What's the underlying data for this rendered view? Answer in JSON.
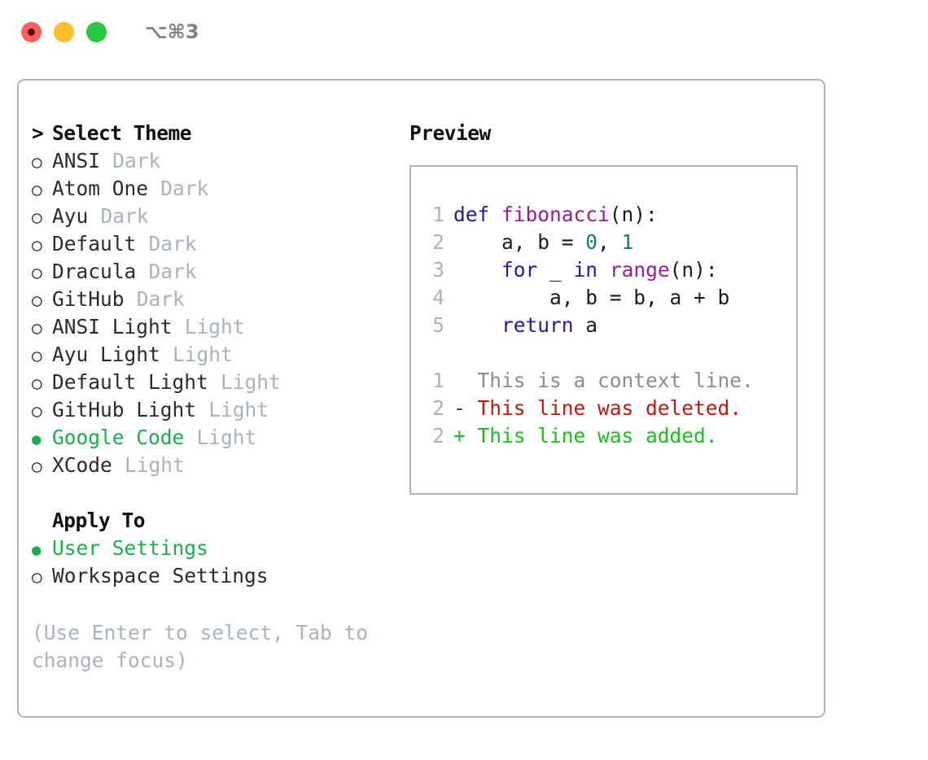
{
  "window": {
    "title": "⌥⌘3",
    "traffic_lights": [
      "close",
      "minimize",
      "maximize"
    ],
    "colors": {
      "close": "#ff5f57",
      "minimize": "#ffbd2e",
      "maximize": "#28c840",
      "card_border": "#a9b3c1",
      "accent_green": "#17b14b",
      "muted": "#a8b2c0"
    }
  },
  "theme_picker": {
    "prompt": ">",
    "header": "Select Theme",
    "items": [
      {
        "bullet": "○",
        "name": "ANSI",
        "variant": "Dark",
        "selected": false
      },
      {
        "bullet": "○",
        "name": "Atom One",
        "variant": "Dark",
        "selected": false
      },
      {
        "bullet": "○",
        "name": "Ayu",
        "variant": "Dark",
        "selected": false
      },
      {
        "bullet": "○",
        "name": "Default",
        "variant": "Dark",
        "selected": false
      },
      {
        "bullet": "○",
        "name": "Dracula",
        "variant": "Dark",
        "selected": false
      },
      {
        "bullet": "○",
        "name": "GitHub",
        "variant": "Dark",
        "selected": false
      },
      {
        "bullet": "○",
        "name": "ANSI Light",
        "variant": "Light",
        "selected": false
      },
      {
        "bullet": "○",
        "name": "Ayu Light",
        "variant": "Light",
        "selected": false
      },
      {
        "bullet": "○",
        "name": "Default Light",
        "variant": "Light",
        "selected": false
      },
      {
        "bullet": "○",
        "name": "GitHub Light",
        "variant": "Light",
        "selected": false
      },
      {
        "bullet": "●",
        "name": "Google Code",
        "variant": "Light",
        "selected": true
      },
      {
        "bullet": "○",
        "name": "XCode",
        "variant": "Light",
        "selected": false
      }
    ]
  },
  "apply_to": {
    "header": "Apply To",
    "items": [
      {
        "bullet": "●",
        "name": "User Settings",
        "selected": true
      },
      {
        "bullet": "○",
        "name": "Workspace Settings",
        "selected": false
      }
    ]
  },
  "hint": "(Use Enter to select, Tab to change focus)",
  "preview": {
    "title": "Preview",
    "code_lines": [
      {
        "number": "1",
        "tokens": [
          {
            "text": "def ",
            "type": "kw"
          },
          {
            "text": "fibonacci",
            "type": "fn"
          },
          {
            "text": "(n):",
            "type": "plain"
          }
        ]
      },
      {
        "number": "2",
        "tokens": [
          {
            "text": "    a, b = ",
            "type": "plain"
          },
          {
            "text": "0",
            "type": "num"
          },
          {
            "text": ", ",
            "type": "plain"
          },
          {
            "text": "1",
            "type": "num"
          }
        ]
      },
      {
        "number": "3",
        "tokens": [
          {
            "text": "    ",
            "type": "plain"
          },
          {
            "text": "for",
            "type": "kw"
          },
          {
            "text": " _ ",
            "type": "plain"
          },
          {
            "text": "in",
            "type": "kw"
          },
          {
            "text": " ",
            "type": "plain"
          },
          {
            "text": "range",
            "type": "fn"
          },
          {
            "text": "(n):",
            "type": "plain"
          }
        ]
      },
      {
        "number": "4",
        "tokens": [
          {
            "text": "        a, b = b, a + b",
            "type": "plain"
          }
        ]
      },
      {
        "number": "5",
        "tokens": [
          {
            "text": "    ",
            "type": "plain"
          },
          {
            "text": "return",
            "type": "kw"
          },
          {
            "text": " a",
            "type": "plain"
          }
        ]
      }
    ],
    "diff_lines": [
      {
        "number": "1",
        "marker": " ",
        "text": "This is a context line.",
        "type": "ctx"
      },
      {
        "number": "2",
        "marker": "-",
        "text": "This line was deleted.",
        "type": "del"
      },
      {
        "number": "2",
        "marker": "+",
        "text": "This line was added.",
        "type": "add"
      }
    ]
  }
}
